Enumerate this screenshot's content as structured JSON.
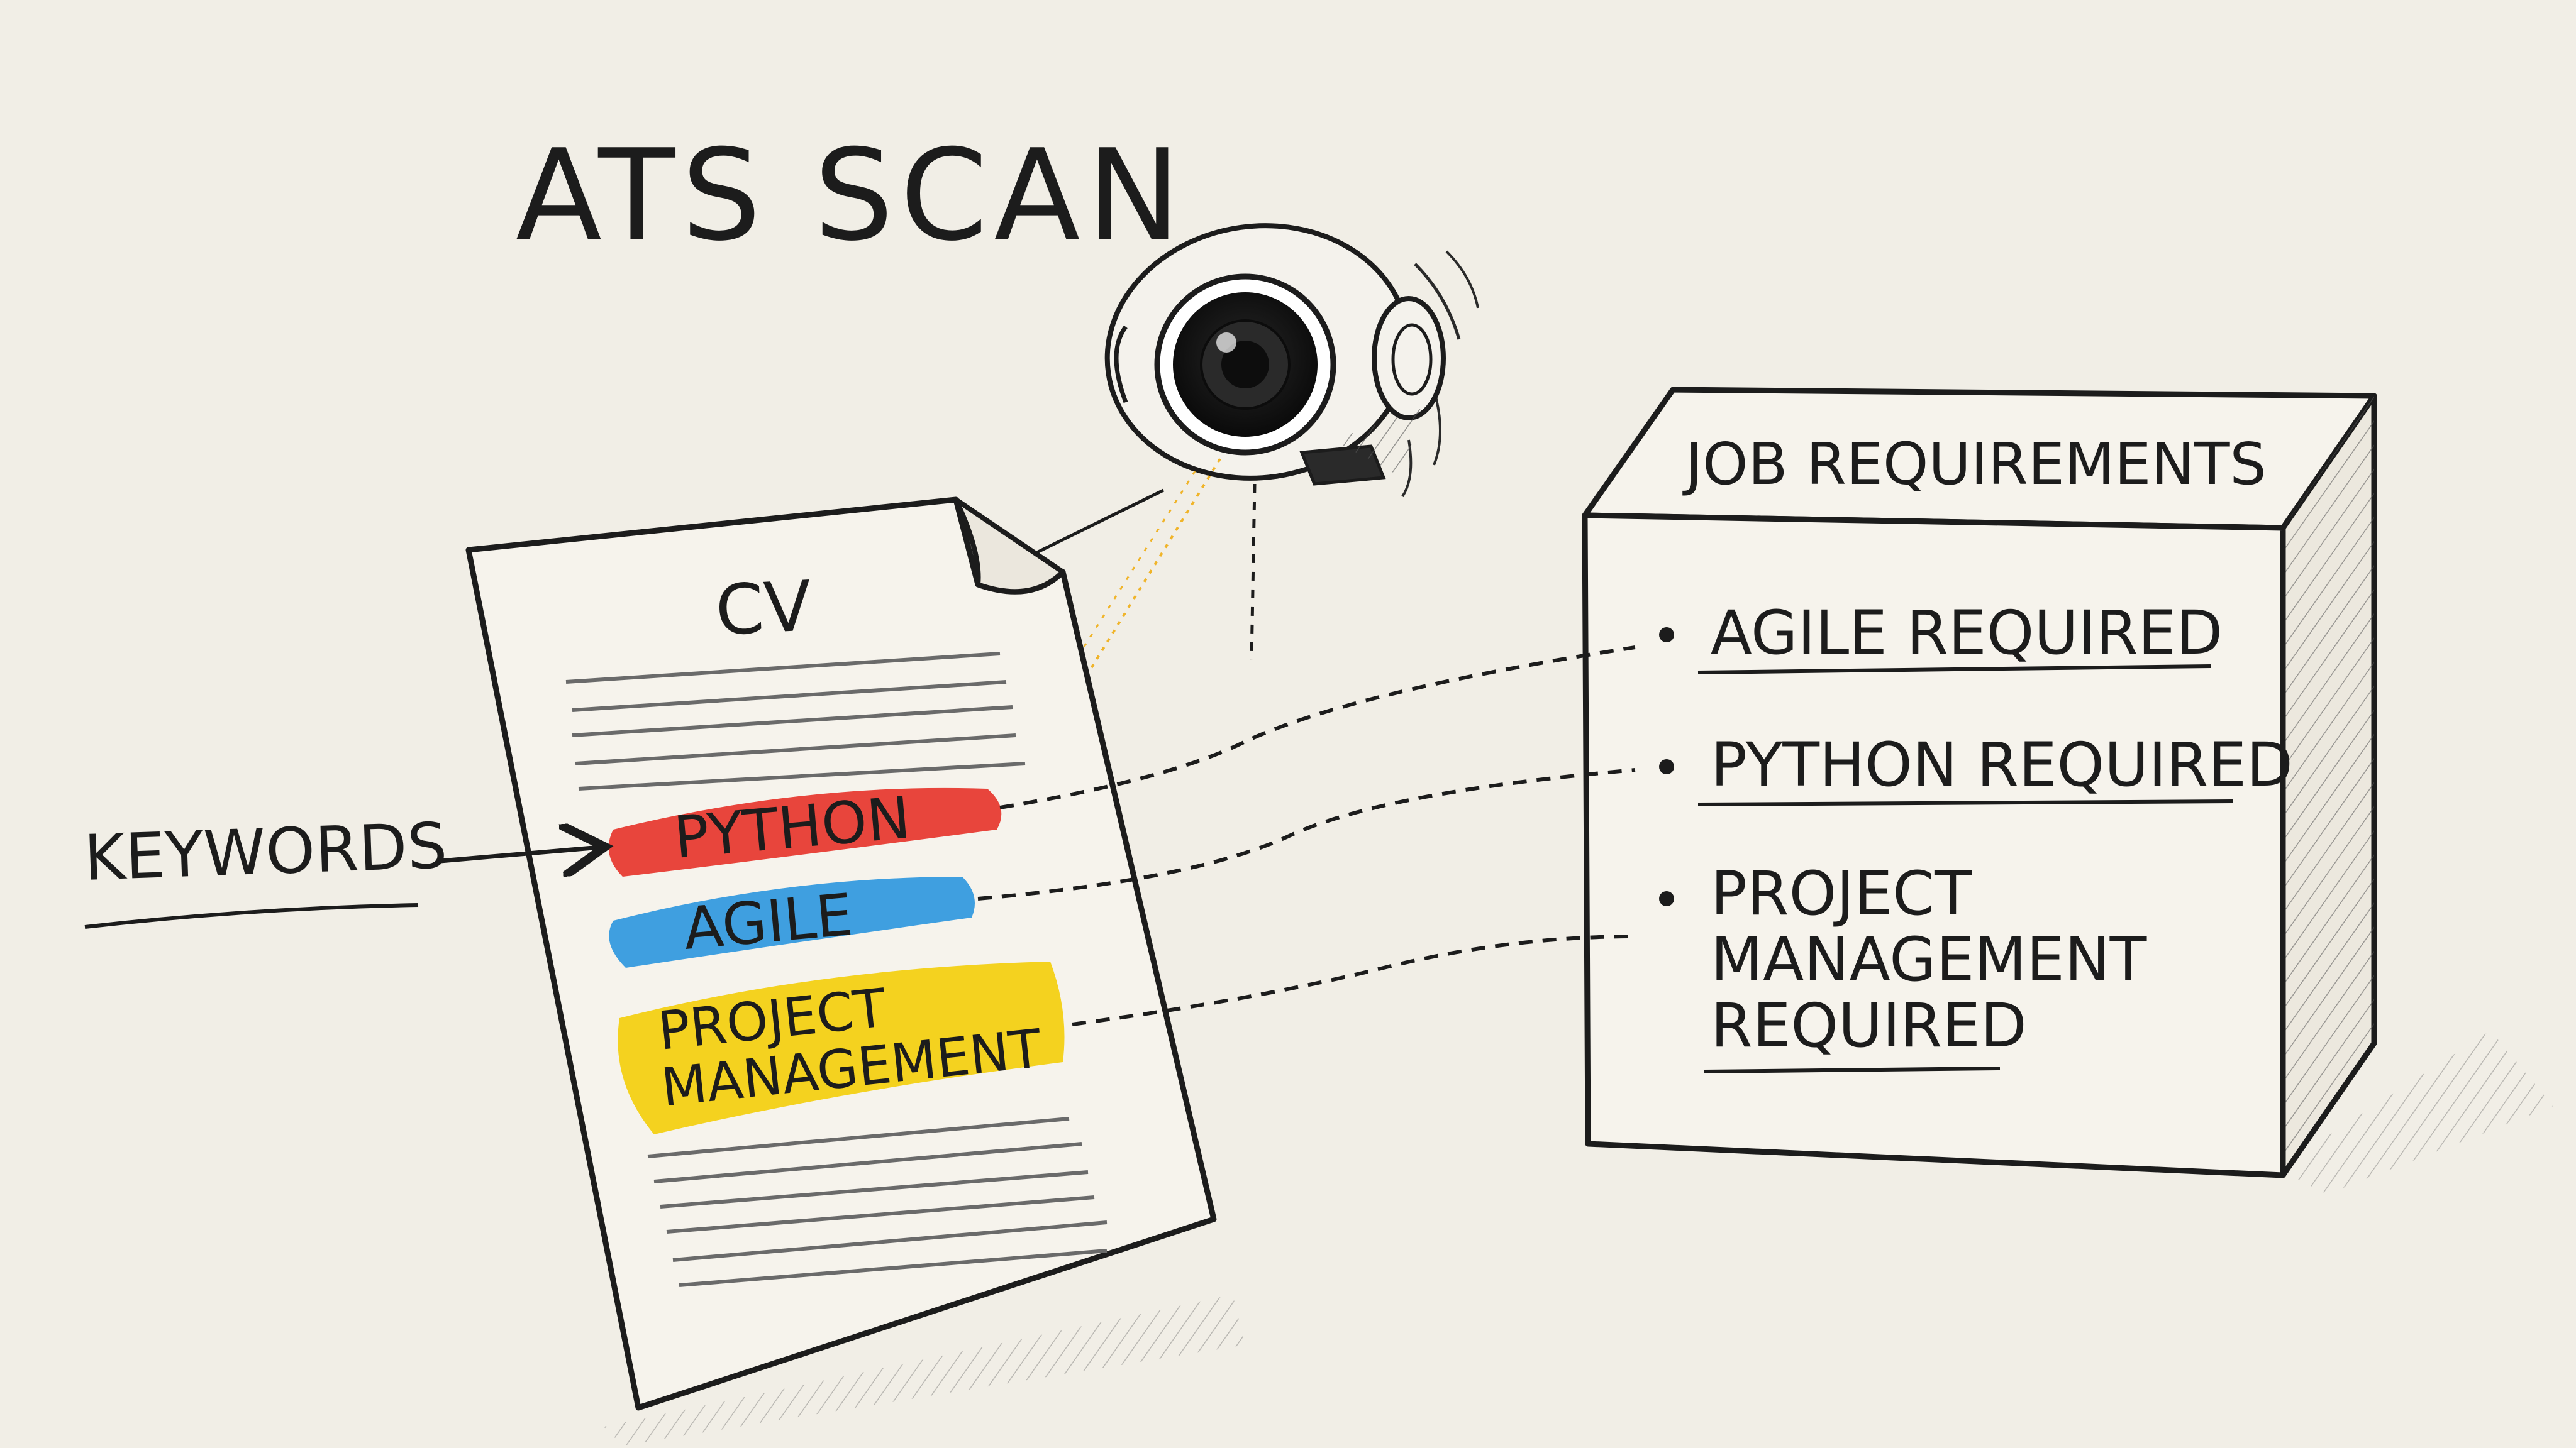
{
  "title": "ATS SCAN",
  "cv": {
    "heading": "CV",
    "keywords_label": "KEYWORDS",
    "highlights": [
      {
        "lines": [
          "PYTHON"
        ],
        "color": "#e8453c"
      },
      {
        "lines": [
          "AGILE"
        ],
        "color": "#3f9fe0"
      },
      {
        "lines": [
          "PROJECT",
          "MANAGEMENT"
        ],
        "color": "#f4d21f"
      }
    ]
  },
  "job_box": {
    "title": "JOB REQUIREMENTS",
    "items": [
      {
        "lines": [
          "AGILE REQUIRED"
        ]
      },
      {
        "lines": [
          "PYTHON REQUIRED"
        ]
      },
      {
        "lines": [
          "PROJECT",
          "MANAGEMENT",
          "REQUIRED"
        ]
      }
    ]
  },
  "icons": {
    "scanner": "camera-eye-icon"
  },
  "colors": {
    "background": "#f1eee6",
    "ink": "#1c1c1c",
    "scan_beam": "#f0b429"
  }
}
